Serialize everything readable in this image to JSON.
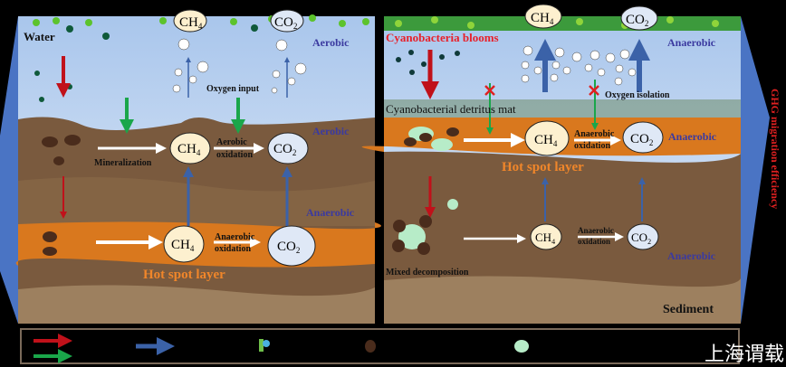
{
  "left_panel": {
    "water": "Water",
    "aerobic_top": "Aerobic",
    "aerobic_mid": "Aerobic",
    "anaerobic": "Anaerobic",
    "oxygen_input": "Oxygen input",
    "mineralization": "Mineralization",
    "aerobic_oxidation_1": "Aerobic",
    "aerobic_oxidation_2": "oxidation",
    "anaerobic_oxidation_1": "Anaerobic",
    "anaerobic_oxidation_2": "oxidation",
    "hot_spot": "Hot spot layer",
    "ch4": "CH",
    "co2": "CO",
    "sub4": "4",
    "sub2": "2"
  },
  "right_panel": {
    "blooms": "Cyanobacteria blooms",
    "anaerobic_top": "Anaerobic",
    "oxygen_isolation": "Oxygen isolation",
    "detritus_mat": "Cyanobacterial detritus mat",
    "anaerobic_mid": "Anaerobic",
    "anaerobic_oxidation_1": "Anaerobic",
    "anaerobic_oxidation_2": "oxidation",
    "hot_spot": "Hot spot layer",
    "mixed_decomposition": "Mixed decomposition",
    "anaerobic_low": "Anaerobic",
    "sediment": "Sediment"
  },
  "side_label": "GHG migration efficiency",
  "watermark": "上海谓载",
  "colors": {
    "red": "#c0111a",
    "green": "#1aa64a",
    "blue": "#3b62a8",
    "orange": "#f0862a",
    "purple": "#3b3aa0"
  }
}
